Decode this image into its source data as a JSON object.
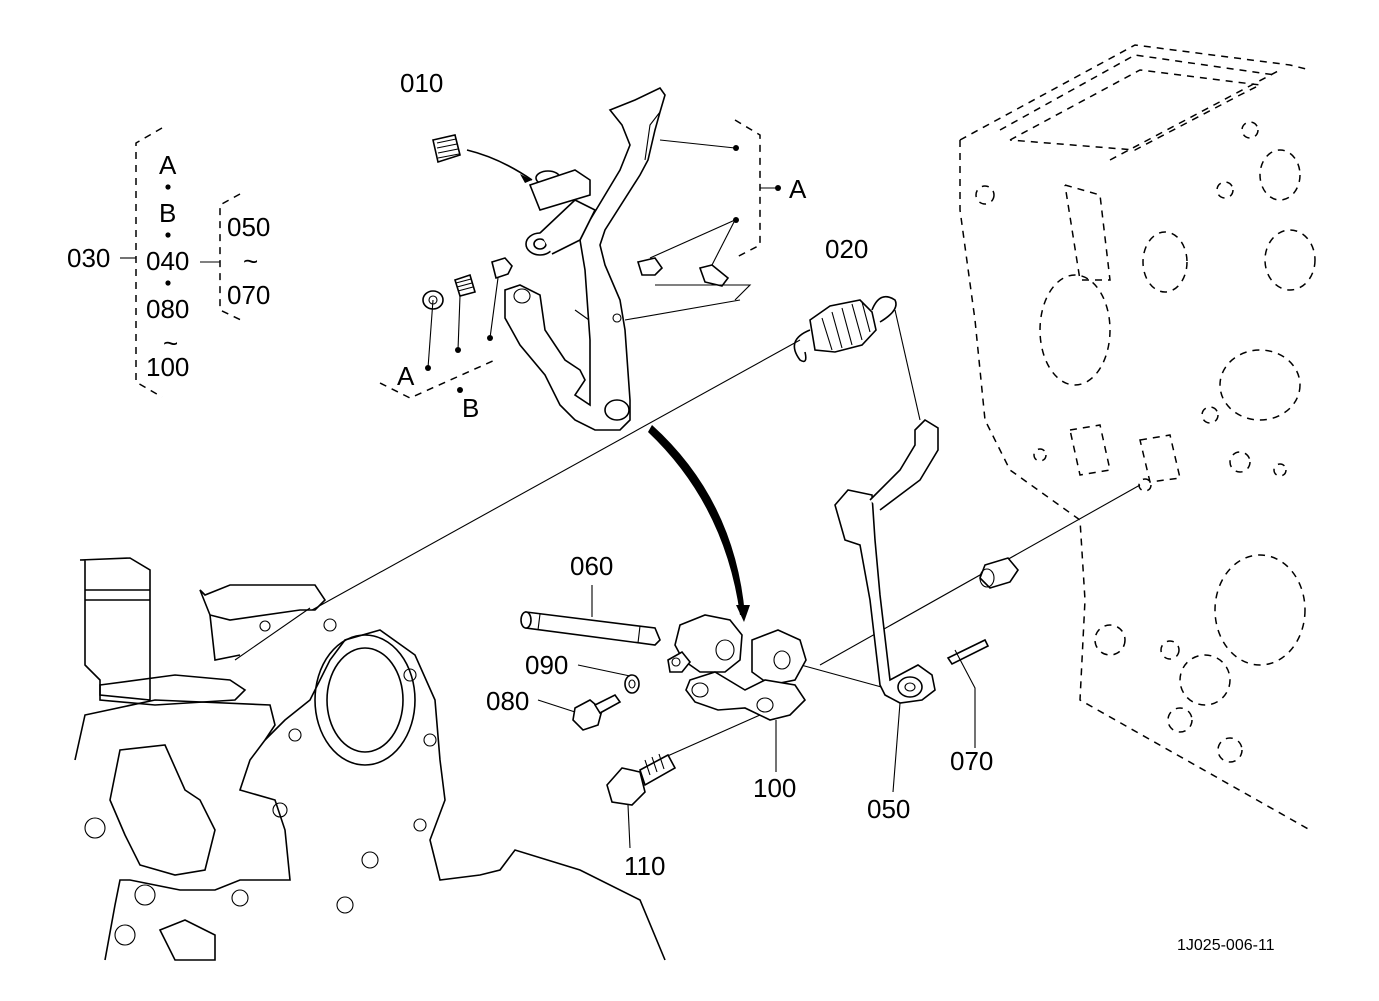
{
  "parts": {
    "p010": "010",
    "p020": "020",
    "p030": "030",
    "p050": "050",
    "p060": "060",
    "p070": "070",
    "p080": "080",
    "p090": "090",
    "p100": "100",
    "p110": "110"
  },
  "legend": {
    "a": "A",
    "b": "B",
    "p040": "040",
    "p050": "050",
    "tilde1": "~",
    "p070": "070",
    "p080": "080",
    "tilde2": "~",
    "p100": "100"
  },
  "refs": {
    "a_right": "A",
    "a_left": "A",
    "b_left": "B"
  },
  "drawing_code": "1J025-006-11"
}
